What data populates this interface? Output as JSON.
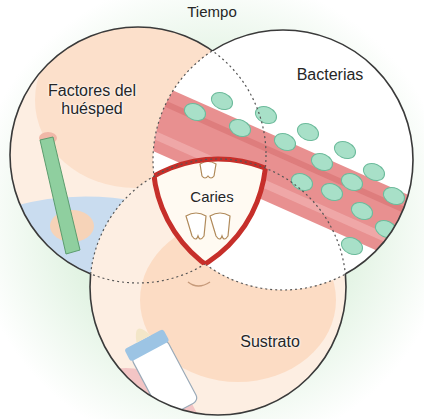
{
  "diagram": {
    "title": "Tiempo",
    "nodes": [
      {
        "text": [
          "Factores del huésped"
        ]
      },
      {
        "text": [
          "Bacterias"
        ]
      },
      {
        "text": [
          "Caries"
        ]
      },
      {
        "text": [
          "Sustrato"
        ]
      }
    ]
  }
}
